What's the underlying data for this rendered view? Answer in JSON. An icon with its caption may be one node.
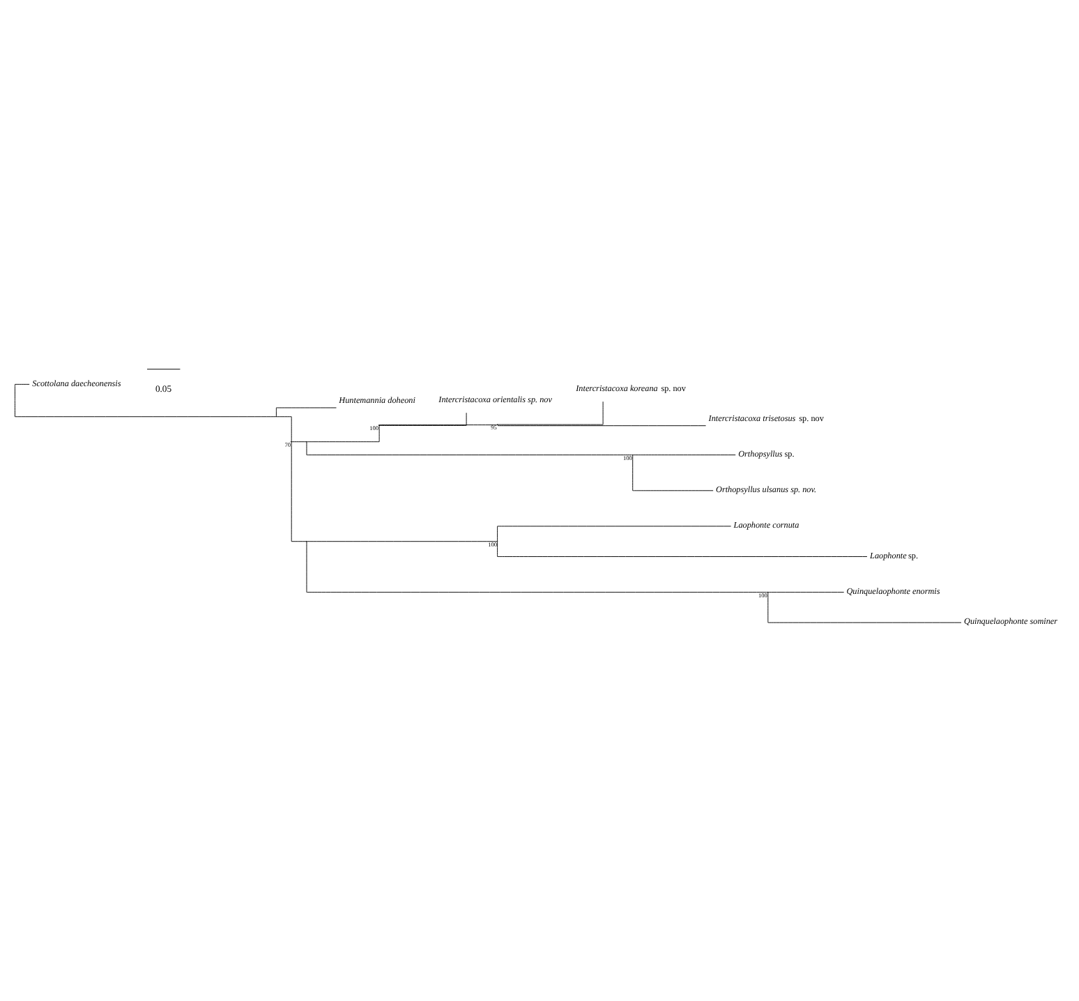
{
  "diagram": {
    "nodes": [
      {
        "text": [
          "*Intercristacoxa koreana* sp. nov"
        ]
      },
      {
        "text": [
          "*Intercristacoxa trisetosus* sp. nov"
        ]
      },
      {
        "text": [
          "Intercristacoxa orientalis sp. nov"
        ]
      },
      {
        "text": [
          "*Orthopsyllus* sp."
        ]
      },
      {
        "text": [
          "Orthopsyllus ulsanus sp. nov."
        ]
      },
      {
        "text": [
          "Laophonte cornuta"
        ]
      },
      {
        "text": [
          "*Laophonte* sp."
        ]
      },
      {
        "text": [
          "Quinquelaophonte enormis"
        ]
      },
      {
        "text": [
          "Quinquelaophonte sominer"
        ]
      },
      {
        "text": [
          "Huntemannia doheoni"
        ]
      },
      {
        "text": [
          "Scottolana daecheonensis"
        ]
      },
      {
        "text": [],
        "shape": "point"
      },
      {
        "text": [],
        "shape": "point"
      },
      {
        "text": [],
        "shape": "point",
        "beside": [
          "70"
        ]
      },
      {
        "text": [],
        "shape": "point"
      },
      {
        "text": [],
        "shape": "point"
      },
      {
        "text": [],
        "shape": "point",
        "beside": [
          "100"
        ]
      },
      {
        "text": [],
        "shape": "point",
        "beside": [
          "100"
        ]
      },
      {
        "text": [],
        "shape": "point",
        "beside": [
          "95"
        ]
      },
      {
        "text": [],
        "shape": "point",
        "beside": [
          "100"
        ]
      },
      {
        "text": [],
        "shape": "point",
        "beside": [
          "100"
        ]
      }
    ],
    "edges": [
      {
        "from": 11,
        "to": 12,
        "arrow": "none"
      },
      {
        "from": 11,
        "to": 10,
        "arrow": "none"
      },
      {
        "from": 12,
        "to": 13,
        "arrow": "none"
      },
      {
        "from": 12,
        "to": 9,
        "arrow": "none"
      },
      {
        "from": 13,
        "to": 14,
        "arrow": "none"
      },
      {
        "from": 13,
        "to": 15,
        "arrow": "none"
      },
      {
        "from": 14,
        "to": 16,
        "arrow": "none"
      },
      {
        "from": 14,
        "to": 19,
        "arrow": "none"
      },
      {
        "from": 16,
        "to": 18,
        "arrow": "none"
      },
      {
        "from": 16,
        "to": 2,
        "arrow": "none"
      },
      {
        "from": 18,
        "to": 0,
        "arrow": "none"
      },
      {
        "from": 18,
        "to": 1,
        "arrow": "none"
      },
      {
        "from": 19,
        "to": 3,
        "arrow": "none"
      },
      {
        "from": 19,
        "to": 4,
        "arrow": "none"
      },
      {
        "from": 15,
        "to": 17,
        "arrow": "none"
      },
      {
        "from": 15,
        "to": 20,
        "arrow": "none"
      },
      {
        "from": 17,
        "to": 5,
        "arrow": "none"
      },
      {
        "from": 17,
        "to": 6,
        "arrow": "none"
      },
      {
        "from": 20,
        "to": 7,
        "arrow": "none"
      },
      {
        "from": 20,
        "to": 8,
        "arrow": "none"
      }
    ],
    "labels": [
      "0.05"
    ]
  }
}
